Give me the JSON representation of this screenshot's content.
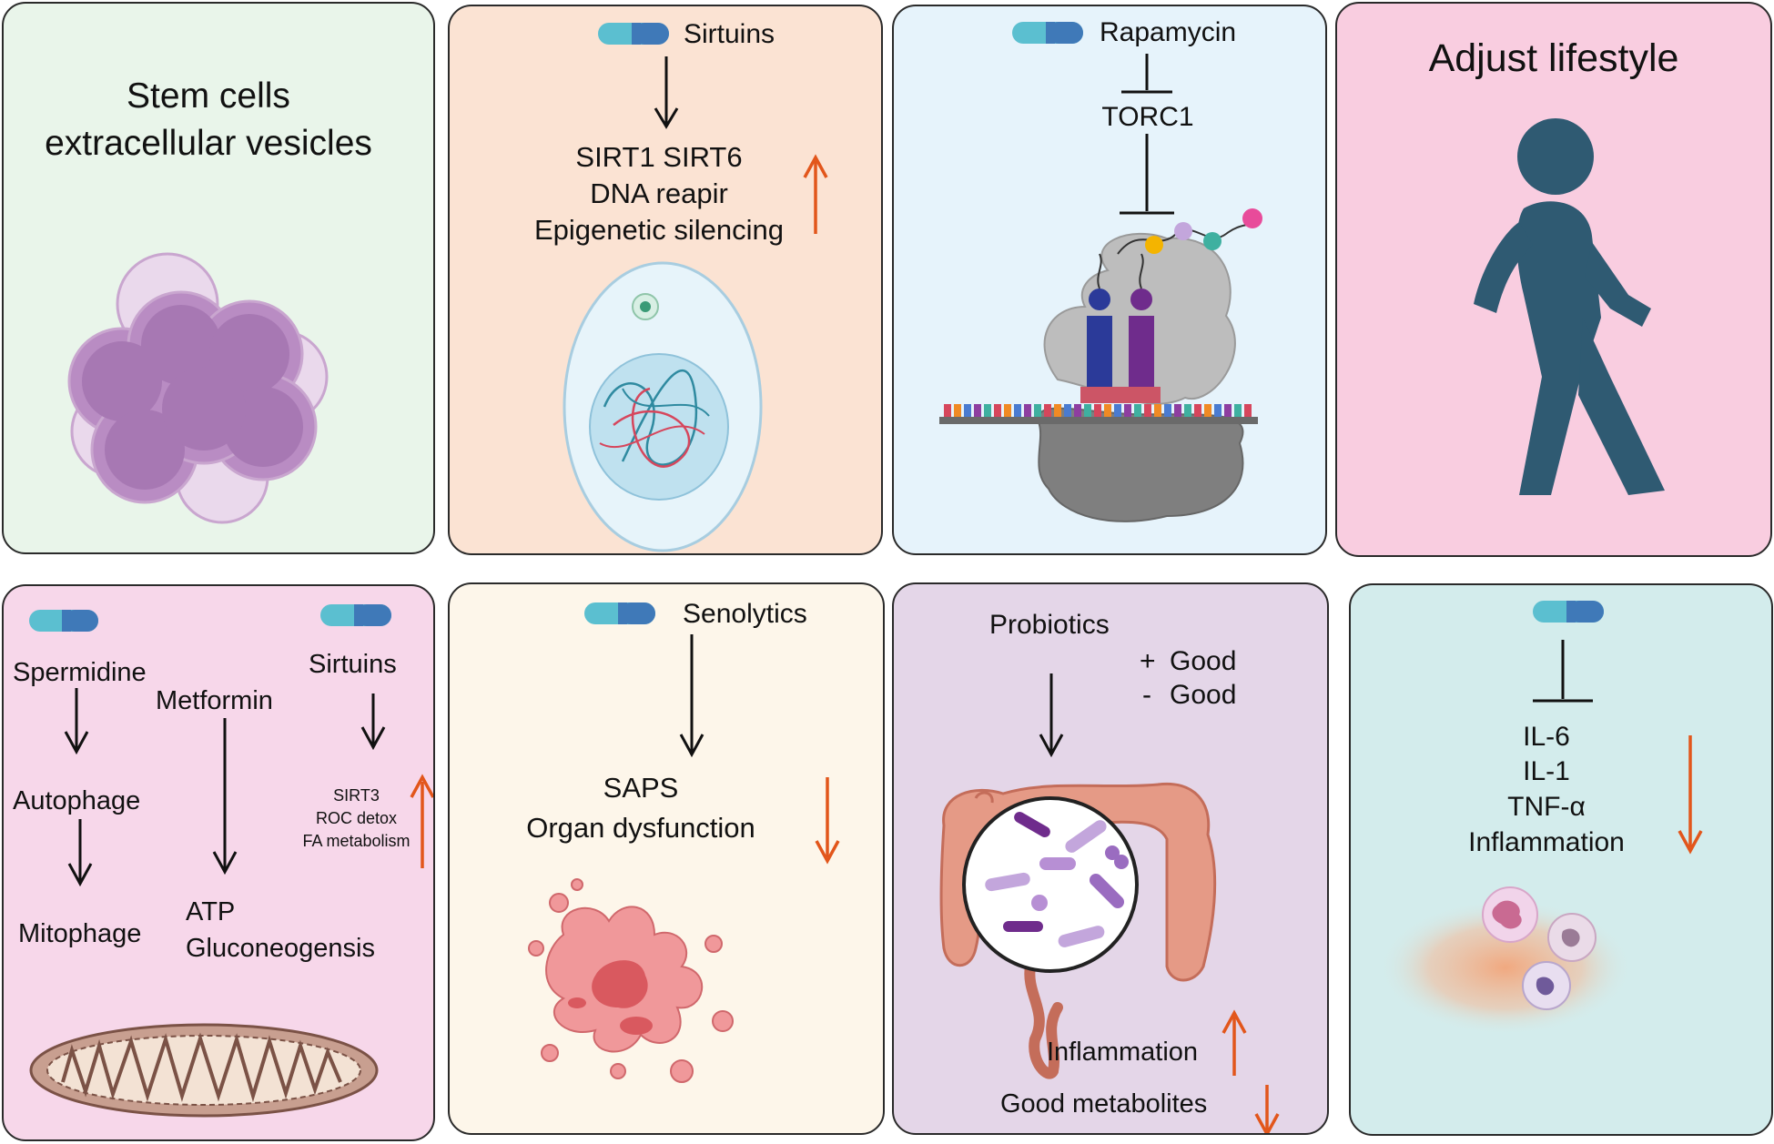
{
  "colors": {
    "panel1_bg": "#e9f5ea",
    "panel2_bg": "#fbe3d3",
    "panel3_bg": "#e6f3fb",
    "panel4_bg": "#f9cde0",
    "panel5_bg": "#f7d7ea",
    "panel6_bg": "#fdf6ea",
    "panel7_bg": "#e4d6e8",
    "panel8_bg": "#d3ecec",
    "up_arrow": "#e2561b",
    "down_arrow": "#e2561b",
    "walker": "#2f5a72"
  },
  "panel1": {
    "title_line1": "Stem cells",
    "title_line2": "extracellular vesicles"
  },
  "panel2": {
    "drug": "Sirtuins",
    "line1": "SIRT1 SIRT6",
    "line2": "DNA reapir",
    "line3": "Epigenetic silencing"
  },
  "panel3": {
    "drug": "Rapamycin",
    "target": "TORC1"
  },
  "panel4": {
    "title": "Adjust lifestyle"
  },
  "panel5": {
    "spermidine": "Spermidine",
    "metformin": "Metformin",
    "sirtuins": "Sirtuins",
    "autophage": "Autophage",
    "mitophage": "Mitophage",
    "atp": "ATP",
    "gluconeogensis": "Gluconeogensis",
    "sirt3": "SIRT3",
    "roc": "ROC detox",
    "fa": "FA metabolism"
  },
  "panel6": {
    "drug": "Senolytics",
    "line1": "SAPS",
    "line2": "Organ dysfunction"
  },
  "panel7": {
    "drug": "Probiotics",
    "plus_sign": "+",
    "plus_label": "Good",
    "minus_sign": "-",
    "minus_label": "Good",
    "inflammation": "Inflammation",
    "metabolites": "Good metabolites"
  },
  "panel8": {
    "line1": "IL-6",
    "line2": "IL-1",
    "line3": "TNF-α",
    "line4": "Inflammation"
  }
}
